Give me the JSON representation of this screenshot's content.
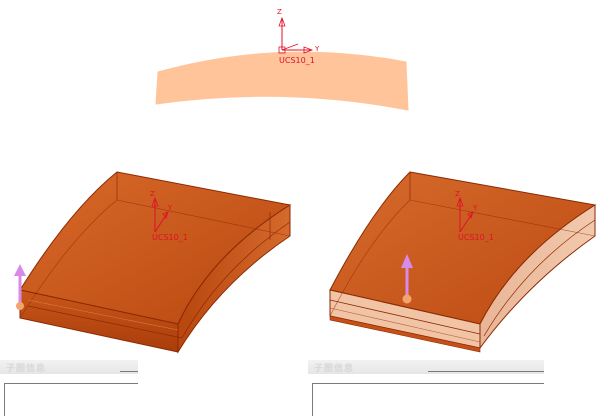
{
  "top_view": {
    "ucs_label": "UCS10_1",
    "axes": {
      "z": "Z",
      "y": "Y"
    }
  },
  "left_view": {
    "ucs_label": "UCS10_1",
    "axes": {
      "z": "Z",
      "y": "Y"
    }
  },
  "right_view": {
    "ucs_label": "UCS10_1",
    "axes": {
      "z": "Z",
      "y": "Y"
    }
  },
  "panels": {
    "left_title": "子图信息",
    "right_title": "子图信息"
  },
  "colors": {
    "ribbon": "#ffc49a",
    "solid_face": "#c75016",
    "solid_edge": "#8a2a04",
    "axis": "#e0102a",
    "arrow": "#d88ae8"
  }
}
